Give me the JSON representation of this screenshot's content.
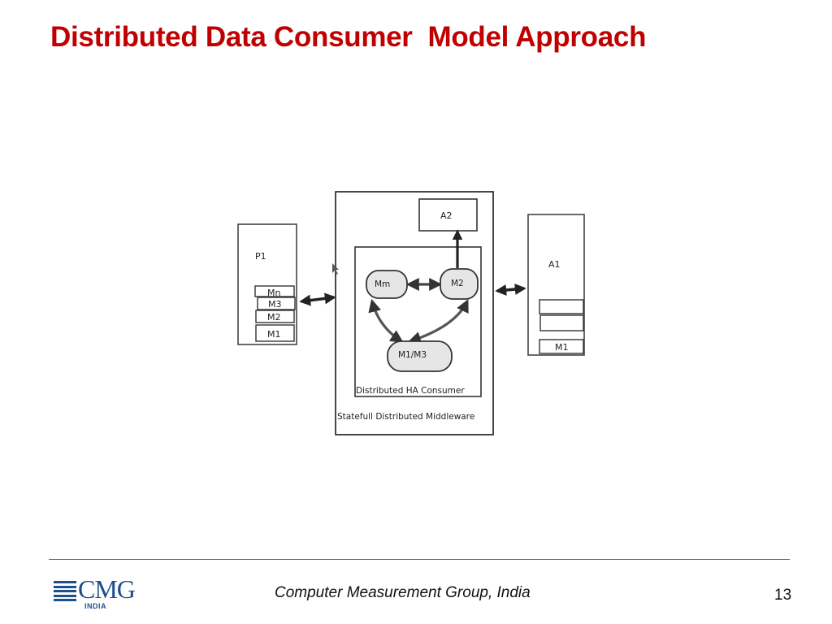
{
  "slide": {
    "title": "Distributed Data Consumer  Model Approach",
    "footer": "Computer Measurement Group, India",
    "page_number": "13",
    "logo": {
      "text": "CMG",
      "subtext": "INDIA"
    }
  },
  "diagram": {
    "producer": {
      "label": "P1",
      "queue": [
        "Mn",
        "M3",
        "M2",
        "M1"
      ]
    },
    "middleware": {
      "label": "Statefull Distributed Middleware",
      "app_box": "A2",
      "consumer": {
        "label": "Distributed HA Consumer",
        "nodes": {
          "mn": "Mm",
          "m2": "M2",
          "m1m3": "M1/M3"
        }
      }
    },
    "app": {
      "label": "A1",
      "queue": [
        "",
        "",
        "M1"
      ]
    }
  },
  "colors": {
    "title": "#c00000",
    "rule": "#3b6e9e",
    "logo": "#1f4e8c",
    "node_fill": "#e6e6e6",
    "line": "#333333"
  }
}
